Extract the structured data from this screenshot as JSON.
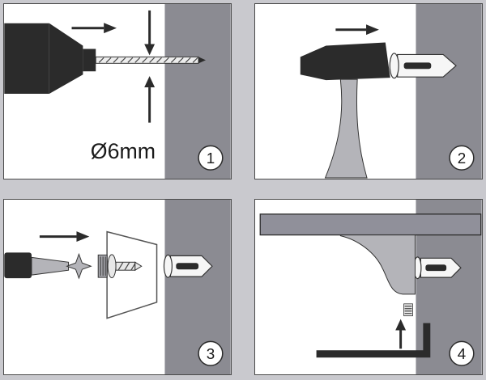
{
  "colors": {
    "page-bg": "#c9c9ce",
    "panel-bg": "#ffffff",
    "wall": "#8b8b92",
    "dark": "#2b2b2b",
    "tool": "#b4b4b9",
    "outline": "#333333",
    "border": "#4a4a4a",
    "shelf": "#90909a"
  },
  "steps": [
    {
      "number": "1",
      "label": "Ø6mm",
      "name": "drill-hole"
    },
    {
      "number": "2",
      "name": "hammer-in-wall-anchor"
    },
    {
      "number": "3",
      "name": "screw-bracket-into-anchor"
    },
    {
      "number": "4",
      "name": "mounted-result"
    }
  ]
}
